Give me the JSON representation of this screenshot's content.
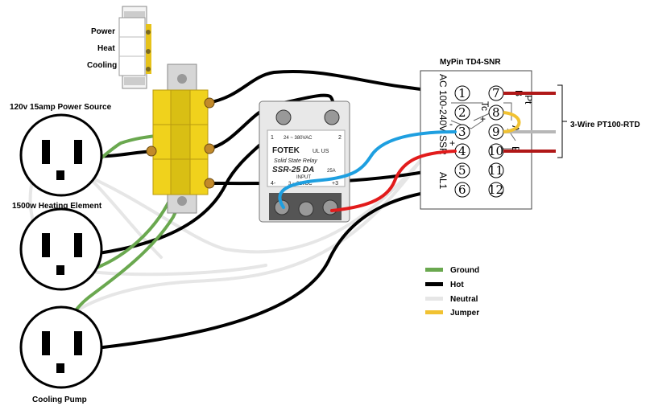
{
  "labels": {
    "power_source": "120v 15amp Power Source",
    "heating_element": "1500w Heating Element",
    "cooling_pump": "Cooling Pump",
    "switch_power": "Power",
    "switch_heat": "Heat",
    "switch_cooling": "Cooling",
    "controller": "MyPin TD4-SNR",
    "rtd": "3-Wire PT100-RTD"
  },
  "controller": {
    "terminals_left": [
      "1",
      "2",
      "3",
      "4",
      "5",
      "6"
    ],
    "terminals_right": [
      "7",
      "8",
      "9",
      "10",
      "11",
      "12"
    ],
    "side_text": "AC 100-240V",
    "ssr_text": "SSR",
    "al1_text": "AL1",
    "tc_text": "Tc",
    "pt_text": "Pt",
    "b_text": "B",
    "a_text": "A",
    "plus": "+",
    "minus": "-"
  },
  "ssr": {
    "brand": "FOTEK",
    "subtitle": "Solid State Relay",
    "model": "SSR-25 DA",
    "amps": "25A",
    "voltage_out": "24 ~ 380VAC",
    "input_label": "INPUT",
    "voltage_in": "3 ~ 32VDC",
    "t1": "1",
    "t2": "2",
    "t3": "+3",
    "t4": "4-",
    "ul": "UL US"
  },
  "legend": [
    {
      "label": "Ground",
      "color": "#6aa84f"
    },
    {
      "label": "Hot",
      "color": "#000000"
    },
    {
      "label": "Neutral",
      "color": "#e6e6e6"
    },
    {
      "label": "Jumper",
      "color": "#f1c232"
    }
  ],
  "colors": {
    "ground": "#6aa84f",
    "hot": "#000000",
    "neutral": "#e6e6e6",
    "jumper": "#f1c232",
    "signal_blue": "#1e9fe0",
    "signal_red": "#e21b1b",
    "rtd_red": "#b01818",
    "rtd_gray": "#b7b7b7",
    "switch_yellow": "#f0d21c"
  }
}
